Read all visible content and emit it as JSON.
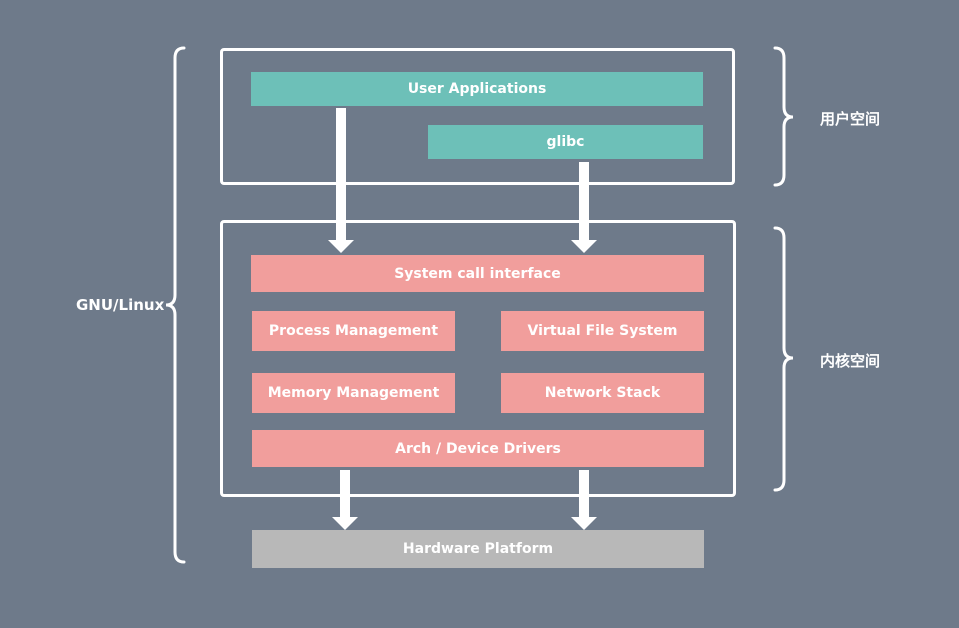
{
  "user_space": {
    "applications_label": "User Applications",
    "glibc_label": "glibc",
    "brace_label": "用户空间"
  },
  "kernel_space": {
    "syscall_label": "System call interface",
    "process_label": "Process Management",
    "vfs_label": "Virtual File System",
    "memory_label": "Memory Management",
    "network_label": "Network Stack",
    "drivers_label": "Arch / Device Drivers",
    "brace_label": "内核空间"
  },
  "hardware": {
    "platform_label": "Hardware Platform"
  },
  "system": {
    "brace_label": "GNU/Linux"
  },
  "colors": {
    "background": "#6e7a8a",
    "user_box": "#6dc0b8",
    "kernel_box": "#f19e9c",
    "hardware_box": "#b8b8b8",
    "lines": "#ffffff"
  }
}
